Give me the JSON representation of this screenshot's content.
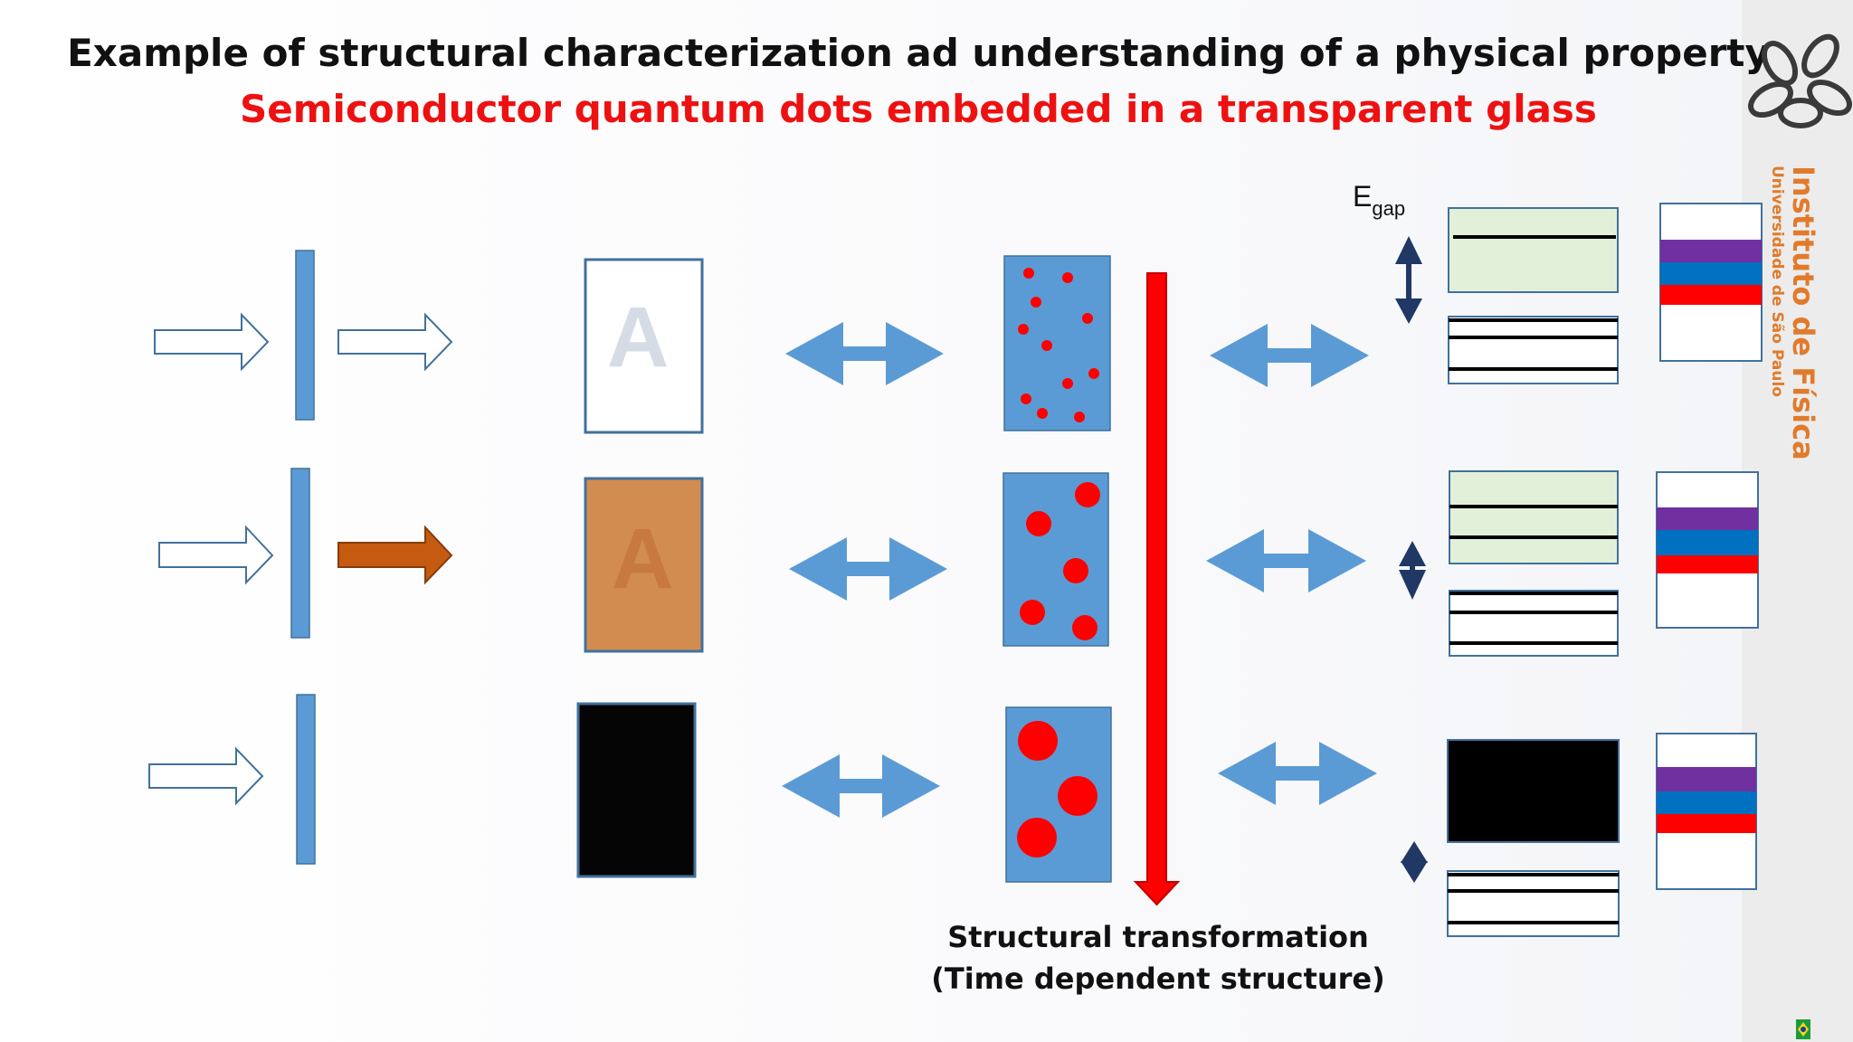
{
  "header": {
    "title": "Example of structural characterization ad understanding of a physical property",
    "subtitle": "Semiconductor quantum dots embedded in a transparent glass"
  },
  "energy_label": {
    "base": "E",
    "subscript": "gap"
  },
  "sample_letters": [
    "A",
    "A"
  ],
  "transformation": {
    "caption_line1": "Structural transformation",
    "caption_line2": "(Time dependent structure)"
  },
  "institution": {
    "name": "Instituto de Física",
    "university": "Universidade de São Paulo"
  },
  "colors": {
    "blue_panel": "#5b9bd5",
    "dot_red": "#ff0000",
    "transform_arrow": "#ff0000",
    "transmitted_orange": "#c55a11",
    "glass_tint": "#d38c50",
    "band_green": "#e2f0d9",
    "spectrum_purple": "#7030a0",
    "spectrum_blue": "#0070c0",
    "spectrum_red": "#ff0000",
    "egap_arrow": "#1f3864",
    "brand_orange": "#e17b2b"
  }
}
